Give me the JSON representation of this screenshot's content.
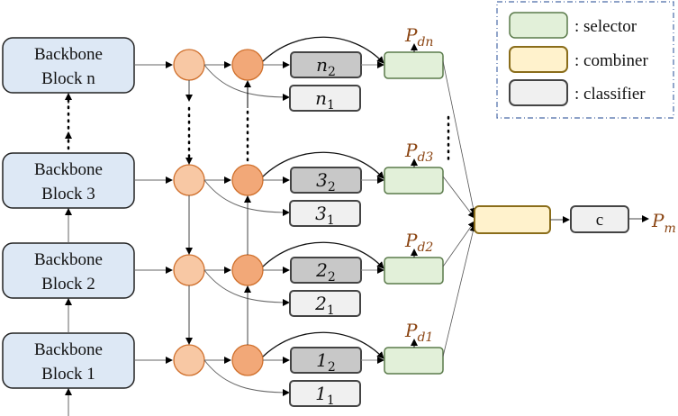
{
  "legend": {
    "items": [
      {
        "label": ": selector",
        "fill": "#e2f0d9",
        "stroke": "#5a7a4a"
      },
      {
        "label": ": combiner",
        "fill": "#fff2cc",
        "stroke": "#8a6d1a"
      },
      {
        "label": ": classifier",
        "fill": "#f0f0f0",
        "stroke": "#444444"
      }
    ],
    "border_color": "#4a6aa8"
  },
  "backbone_blocks": [
    {
      "line1": "Backbone",
      "line2": "Block n"
    },
    {
      "line1": "Backbone",
      "line2": "Block 3"
    },
    {
      "line1": "Backbone",
      "line2": "Block 2"
    },
    {
      "line1": "Backbone",
      "line2": "Block 1"
    }
  ],
  "classifiers": [
    {
      "upper_base": "n",
      "upper_sub": "2",
      "lower_base": "n",
      "lower_sub": "1"
    },
    {
      "upper_base": "3",
      "upper_sub": "2",
      "lower_base": "3",
      "lower_sub": "1"
    },
    {
      "upper_base": "2",
      "upper_sub": "2",
      "lower_base": "2",
      "lower_sub": "1"
    },
    {
      "upper_base": "1",
      "upper_sub": "2",
      "lower_base": "1",
      "lower_sub": "1"
    }
  ],
  "selector_outputs": [
    {
      "base": "P",
      "sub": "dn"
    },
    {
      "base": "P",
      "sub": "d3"
    },
    {
      "base": "P",
      "sub": "d2"
    },
    {
      "base": "P",
      "sub": "d1"
    }
  ],
  "final_classifier": {
    "label": "c"
  },
  "final_output": {
    "base": "P",
    "sub": "m"
  },
  "colors": {
    "backbone_fill": "#dde8f5",
    "node_light": "#f8c8a4",
    "node_dark": "#f2a878",
    "node_stroke": "#d0702c",
    "classifier_dark": "#c8c8c8",
    "classifier_light": "#f0f0f0",
    "output_text": "#8B4513"
  }
}
